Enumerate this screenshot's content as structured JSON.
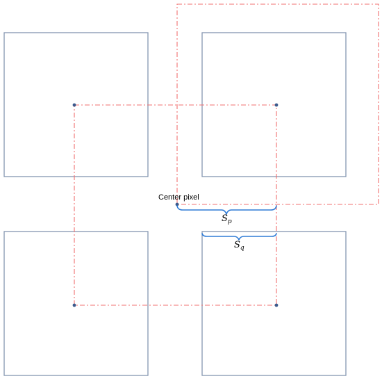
{
  "labels": {
    "center_pixel": "Center pixel",
    "sp_main": "S",
    "sp_sub": "p",
    "sq_main": "S",
    "sq_sub": "q"
  },
  "colors": {
    "square_stroke": "#8496b0",
    "dashed_stroke": "#f07070",
    "dot_fill": "#3b5a8c",
    "brace_stroke": "#2e7bd6"
  }
}
